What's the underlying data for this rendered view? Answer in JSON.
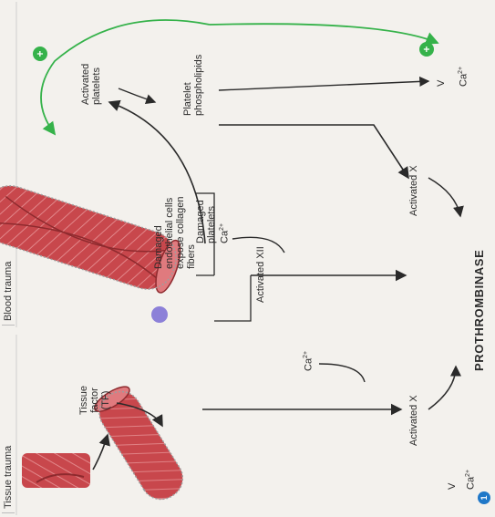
{
  "headers": {
    "tissue_trauma": "Tissue trauma",
    "blood_trauma": "Blood trauma"
  },
  "labels": {
    "tissue_factor": [
      "Tissue",
      "factor",
      "(TF)"
    ],
    "damaged_endothelial": [
      "Damaged",
      "endothelial cells",
      "expose collagen",
      "fibers"
    ],
    "damaged_platelets": [
      "Damaged",
      "platelets"
    ],
    "activated_platelets": [
      "Activated",
      "platelets"
    ],
    "platelet_phospholipids": [
      "Platelet",
      "phospholipids"
    ],
    "activated_xii": "Activated XII",
    "activated_x_left": "Activated X",
    "activated_x_right": "Activated X",
    "ca_ion": "Ca",
    "ca_sup": "2+",
    "factor_v": "V",
    "prothrombinase": "PROTHROMBINASE",
    "badge_number": "1",
    "positive_feedback": "+"
  },
  "colors": {
    "vessel": "#c8474c",
    "vessel_light": "#e07a7e",
    "vessel_dark": "#8e2a2e",
    "arrow": "#2a2a2a",
    "feedback": "#35b24a",
    "badge_blue": "#1f78c8"
  }
}
